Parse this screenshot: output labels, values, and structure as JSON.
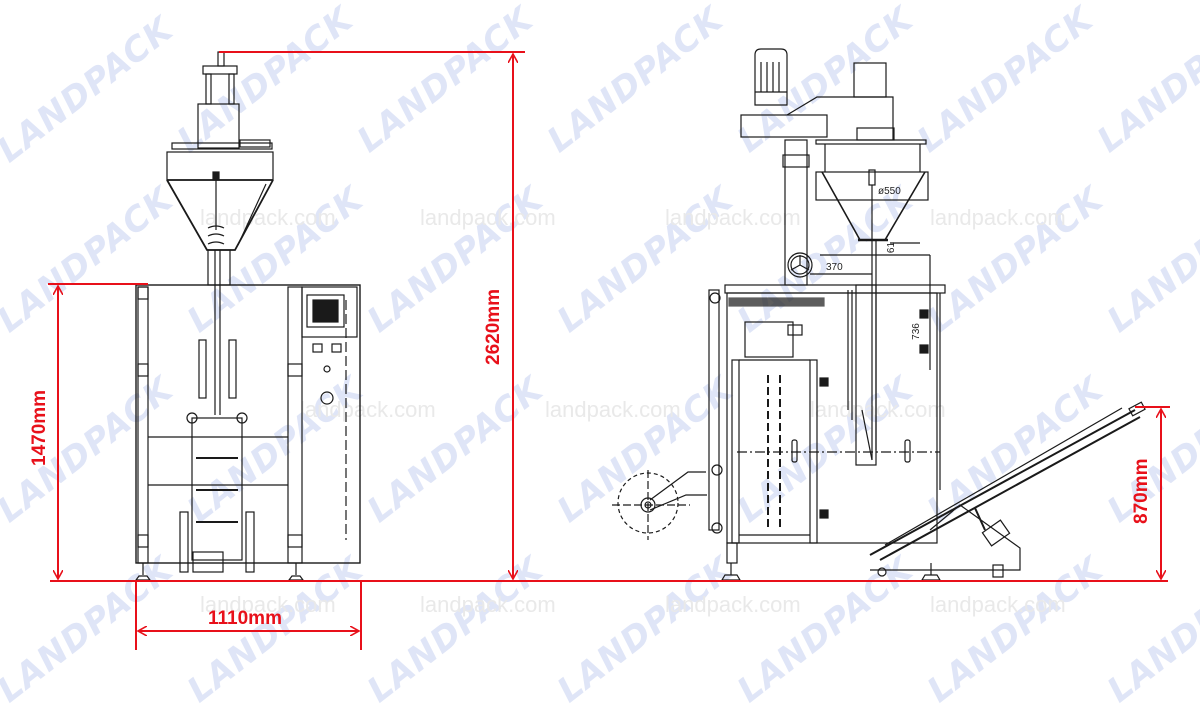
{
  "watermarks": {
    "logo_text": "LANDPACK",
    "url_text": "landpack.com"
  },
  "colors": {
    "dimension_red": "#e8101a",
    "line_black": "#1a1a1a",
    "watermark_blue": "#dfe5f7",
    "watermark_gray": "#e9e9e9",
    "background": "#ffffff"
  },
  "front_view": {
    "dimensions": {
      "machine_height": "1470mm",
      "machine_width": "1110mm",
      "total_height": "2620mm"
    }
  },
  "side_view": {
    "dimensions": {
      "hopper_diameter": "ø550",
      "distance_370": "370",
      "distance_61": "61",
      "distance_736": "736",
      "conveyor_height": "870mm"
    }
  }
}
